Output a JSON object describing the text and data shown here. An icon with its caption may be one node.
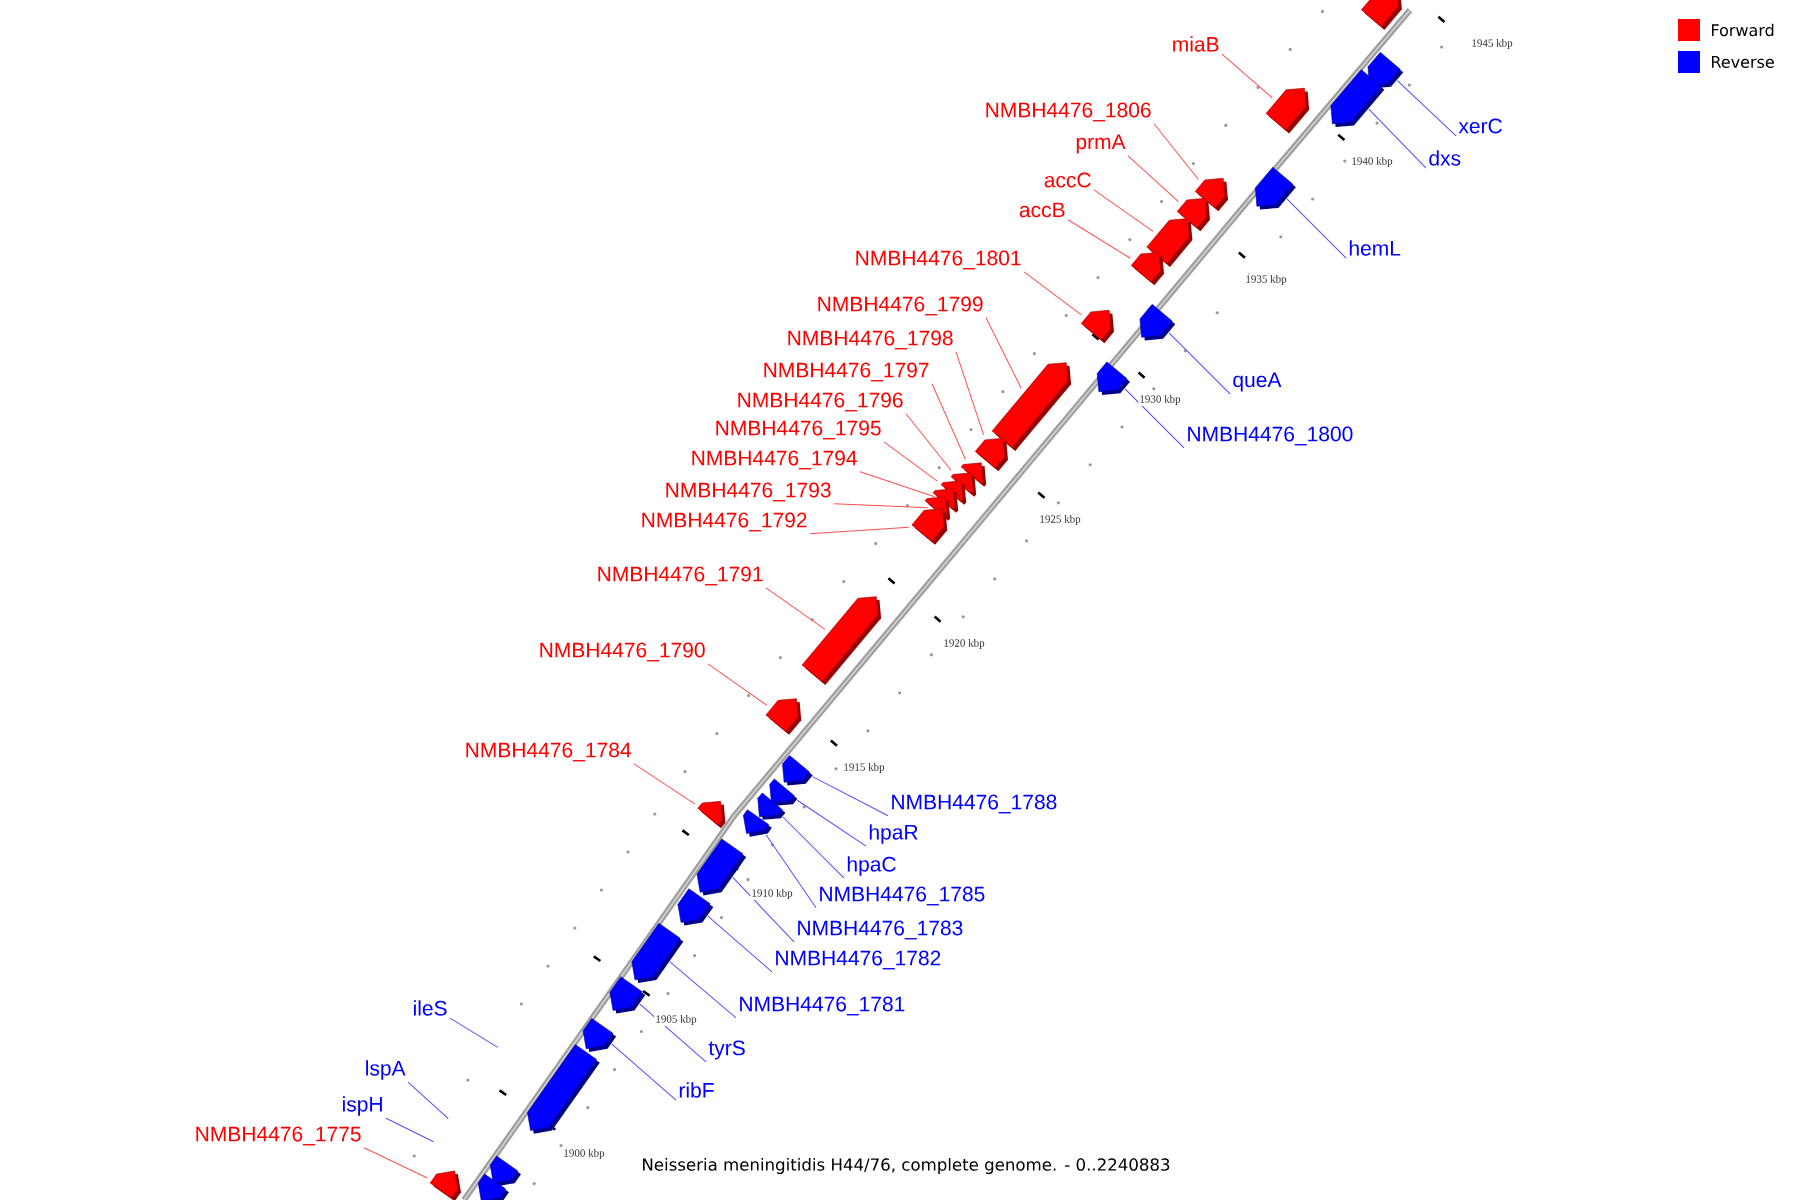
{
  "diagram": {
    "caption": "Neisseria meningitidis H44/76, complete genome. - 0..2240883",
    "nodes": [
      {
        "text": [
          "miaB"
        ]
      },
      {
        "text": [],
        "shape": "pentagon"
      },
      {
        "text": [
          "NMBH4476_1806"
        ]
      },
      {
        "text": [],
        "shape": "pentagon"
      },
      {
        "text": [
          "xerC"
        ]
      },
      {
        "text": [],
        "shape": "pentagon"
      },
      {
        "text": [
          "prmA"
        ]
      },
      {
        "text": [],
        "shape": "pentagon"
      },
      {
        "text": [
          "dxs"
        ]
      },
      {
        "text": [],
        "shape": "pentagon"
      },
      {
        "text": [
          "accC"
        ]
      },
      {
        "text": [],
        "shape": "pentagon"
      },
      {
        "text": [
          "accB"
        ]
      },
      {
        "text": [],
        "shape": "pentagon"
      },
      {
        "text": [
          "hemL"
        ]
      },
      {
        "text": [],
        "shape": "pentagon"
      },
      {
        "text": [
          "NMBH4476_1801"
        ]
      },
      {
        "text": [],
        "shape": "pentagon"
      },
      {
        "text": [
          "NMBH4476_1799"
        ]
      },
      {
        "text": [],
        "shape": "pentagon"
      },
      {
        "text": [
          "NMBH4476_1798"
        ]
      },
      {
        "text": [],
        "shape": "pentagon"
      },
      {
        "text": [
          "NMBH4476_1797"
        ]
      },
      {
        "text": [],
        "shape": "pentagon"
      },
      {
        "text": [
          "queA"
        ]
      },
      {
        "text": [],
        "shape": "pentagon"
      },
      {
        "text": [
          "NMBH4476_1796"
        ]
      },
      {
        "text": [],
        "shape": "pentagon"
      },
      {
        "text": [
          "NMBH4476_1795"
        ]
      },
      {
        "text": [],
        "shape": "pentagon"
      },
      {
        "text": [
          "NMBH4476_1800"
        ]
      },
      {
        "text": [],
        "shape": "pentagon"
      },
      {
        "text": [
          "NMBH4476_1794"
        ]
      },
      {
        "text": [],
        "shape": "pentagon"
      },
      {
        "text": [
          "NMBH4476_1793"
        ]
      },
      {
        "text": [],
        "shape": "pentagon"
      },
      {
        "text": [
          "NMBH4476_1792"
        ]
      },
      {
        "text": [],
        "shape": "pentagon"
      },
      {
        "text": [
          "NMBH4476_1791"
        ]
      },
      {
        "text": [],
        "shape": "pentagon"
      },
      {
        "text": [
          "NMBH4476_1790"
        ]
      },
      {
        "text": [],
        "shape": "pentagon"
      },
      {
        "text": [
          "NMBH4476_1784"
        ]
      },
      {
        "text": [],
        "shape": "pentagon"
      },
      {
        "text": [
          "NMBH4476_1788"
        ]
      },
      {
        "text": [],
        "shape": "pentagon"
      },
      {
        "text": [
          "hpaR"
        ]
      },
      {
        "text": [],
        "shape": "pentagon"
      },
      {
        "text": [
          "hpaC"
        ]
      },
      {
        "text": [],
        "shape": "pentagon"
      },
      {
        "text": [
          "NMBH4476_1785"
        ]
      },
      {
        "text": [],
        "shape": "pentagon"
      },
      {
        "text": [
          "NMBH4476_1783"
        ]
      },
      {
        "text": [],
        "shape": "pentagon"
      },
      {
        "text": [
          "NMBH4476_1782"
        ]
      },
      {
        "text": [],
        "shape": "pentagon"
      },
      {
        "text": [
          "NMBH4476_1781"
        ]
      },
      {
        "text": [],
        "shape": "pentagon"
      },
      {
        "text": [
          "ileS"
        ]
      },
      {
        "text": [
          "tyrS"
        ]
      },
      {
        "text": [],
        "shape": "pentagon"
      },
      {
        "text": [
          "ribF"
        ]
      },
      {
        "text": [],
        "shape": "pentagon"
      },
      {
        "text": [
          "lspA"
        ]
      },
      {
        "text": [
          "ispH"
        ]
      },
      {
        "text": [
          "NMBH4476_1775"
        ]
      },
      {
        "text": [],
        "shape": "pentagon"
      },
      {
        "text": [],
        "shape": "pentagon"
      },
      {
        "text": [],
        "shape": "pentagon"
      },
      {
        "text": [],
        "shape": "pentagon"
      },
      {
        "text": [],
        "shape": "pentagon"
      }
    ],
    "edges": [
      {
        "from": 0,
        "to": 1,
        "arrow": "none"
      },
      {
        "from": 2,
        "to": 3,
        "arrow": "none"
      },
      {
        "from": 4,
        "to": 5,
        "arrow": "none",
        "color": "#5050ff"
      },
      {
        "from": 6,
        "to": 7,
        "arrow": "none"
      },
      {
        "from": 8,
        "to": 9,
        "arrow": "none",
        "color": "#5050ff"
      },
      {
        "from": 10,
        "to": 11,
        "arrow": "none"
      },
      {
        "from": 12,
        "to": 13,
        "arrow": "none"
      },
      {
        "from": 14,
        "to": 15,
        "arrow": "none",
        "color": "#5050ff"
      },
      {
        "from": 16,
        "to": 17,
        "arrow": "none"
      },
      {
        "from": 18,
        "to": 19,
        "arrow": "none"
      },
      {
        "from": 20,
        "to": 21,
        "arrow": "none"
      },
      {
        "from": 22,
        "to": 23,
        "arrow": "none"
      },
      {
        "from": 24,
        "to": 25,
        "arrow": "none",
        "color": "#5050ff"
      },
      {
        "from": 26,
        "to": 27,
        "arrow": "none"
      },
      {
        "from": 28,
        "to": 29,
        "arrow": "none"
      },
      {
        "from": 30,
        "to": 31,
        "arrow": "none",
        "color": "#5050ff"
      },
      {
        "from": 32,
        "to": 33,
        "arrow": "none"
      },
      {
        "from": 34,
        "to": 35,
        "arrow": "none"
      },
      {
        "from": 36,
        "to": 37,
        "arrow": "none"
      },
      {
        "from": 38,
        "to": 39,
        "arrow": "none"
      },
      {
        "from": 40,
        "to": 41,
        "arrow": "none"
      },
      {
        "from": 42,
        "to": 43,
        "arrow": "none"
      },
      {
        "from": 44,
        "to": 45,
        "arrow": "none",
        "color": "#5050ff"
      },
      {
        "from": 46,
        "to": 47,
        "arrow": "none",
        "color": "#5050ff"
      },
      {
        "from": 48,
        "to": 49,
        "arrow": "none",
        "color": "#5050ff"
      },
      {
        "from": 50,
        "to": 51,
        "arrow": "none",
        "color": "#5050ff"
      },
      {
        "from": 52,
        "to": 53,
        "arrow": "none",
        "color": "#5050ff"
      },
      {
        "from": 54,
        "to": 55,
        "arrow": "none",
        "color": "#5050ff"
      },
      {
        "from": 56,
        "to": 57,
        "arrow": "none",
        "color": "#5050ff"
      },
      {
        "from": 58,
        "to": null,
        "arrow": "none",
        "color": "#5050ff"
      },
      {
        "from": 59,
        "to": 60,
        "arrow": "none",
        "color": "#5050ff"
      },
      {
        "from": 61,
        "to": 62,
        "arrow": "none",
        "color": "#5050ff"
      },
      {
        "from": 63,
        "to": null,
        "arrow": "none",
        "color": "#5050ff"
      },
      {
        "from": 64,
        "to": null,
        "arrow": "none",
        "color": "#5050ff"
      },
      {
        "from": 65,
        "to": 66,
        "arrow": "none"
      }
    ],
    "labels": [
      "1945 kbp",
      "1940 kbp",
      "1935 kbp",
      "1930 kbp",
      "1925 kbp",
      "1920 kbp",
      "1915 kbp",
      "1910 kbp",
      "1905 kbp",
      "1900 kbp"
    ],
    "legend": [
      {
        "text": "Forward",
        "color": "#ff0000"
      },
      {
        "text": "Reverse",
        "color": "#0000ff"
      }
    ]
  }
}
